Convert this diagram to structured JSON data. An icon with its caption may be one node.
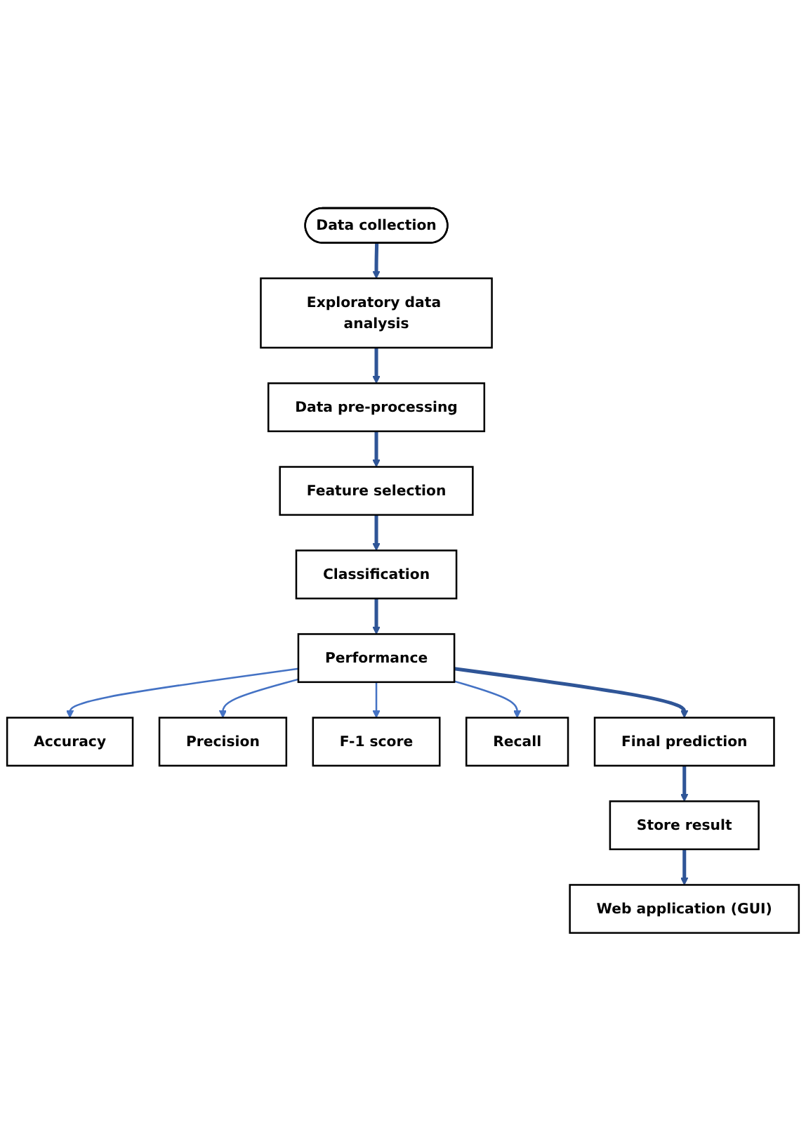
{
  "diagram": {
    "nodes": [
      {
        "text": [
          "Data collection"
        ]
      },
      {
        "text": [
          "Exploratory data analysis"
        ]
      },
      {
        "text": [
          "Data pre-processing"
        ]
      },
      {
        "text": [
          "Feature selection"
        ]
      },
      {
        "text": [
          "Classification"
        ]
      },
      {
        "text": [
          "Performance"
        ]
      },
      {
        "text": [
          "Accuracy"
        ]
      },
      {
        "text": [
          "Precision"
        ]
      },
      {
        "text": [
          "F-1 score"
        ]
      },
      {
        "text": [
          "Recall"
        ]
      },
      {
        "text": [
          "Final prediction"
        ]
      },
      {
        "text": [
          "Store result"
        ]
      },
      {
        "text": [
          "Web application (GUI)"
        ]
      }
    ],
    "edges": [
      {
        "from": 0,
        "to": 1,
        "arrow": "to"
      },
      {
        "from": 1,
        "to": 2,
        "arrow": "to"
      },
      {
        "from": 2,
        "to": 3,
        "arrow": "to"
      },
      {
        "from": 3,
        "to": 4,
        "arrow": "to"
      },
      {
        "from": 4,
        "to": 5,
        "arrow": "to"
      },
      {
        "from": 5,
        "to": 6,
        "arrow": "to",
        "color": "#4472c4"
      },
      {
        "from": 5,
        "to": 7,
        "arrow": "to",
        "color": "#4472c4"
      },
      {
        "from": 5,
        "to": 8,
        "arrow": "to",
        "color": "#4472c4"
      },
      {
        "from": 5,
        "to": 9,
        "arrow": "to",
        "color": "#4472c4"
      },
      {
        "from": 5,
        "to": 10,
        "arrow": "to"
      },
      {
        "from": 10,
        "to": 11,
        "arrow": "to"
      },
      {
        "from": 11,
        "to": 12,
        "arrow": "to"
      }
    ]
  }
}
